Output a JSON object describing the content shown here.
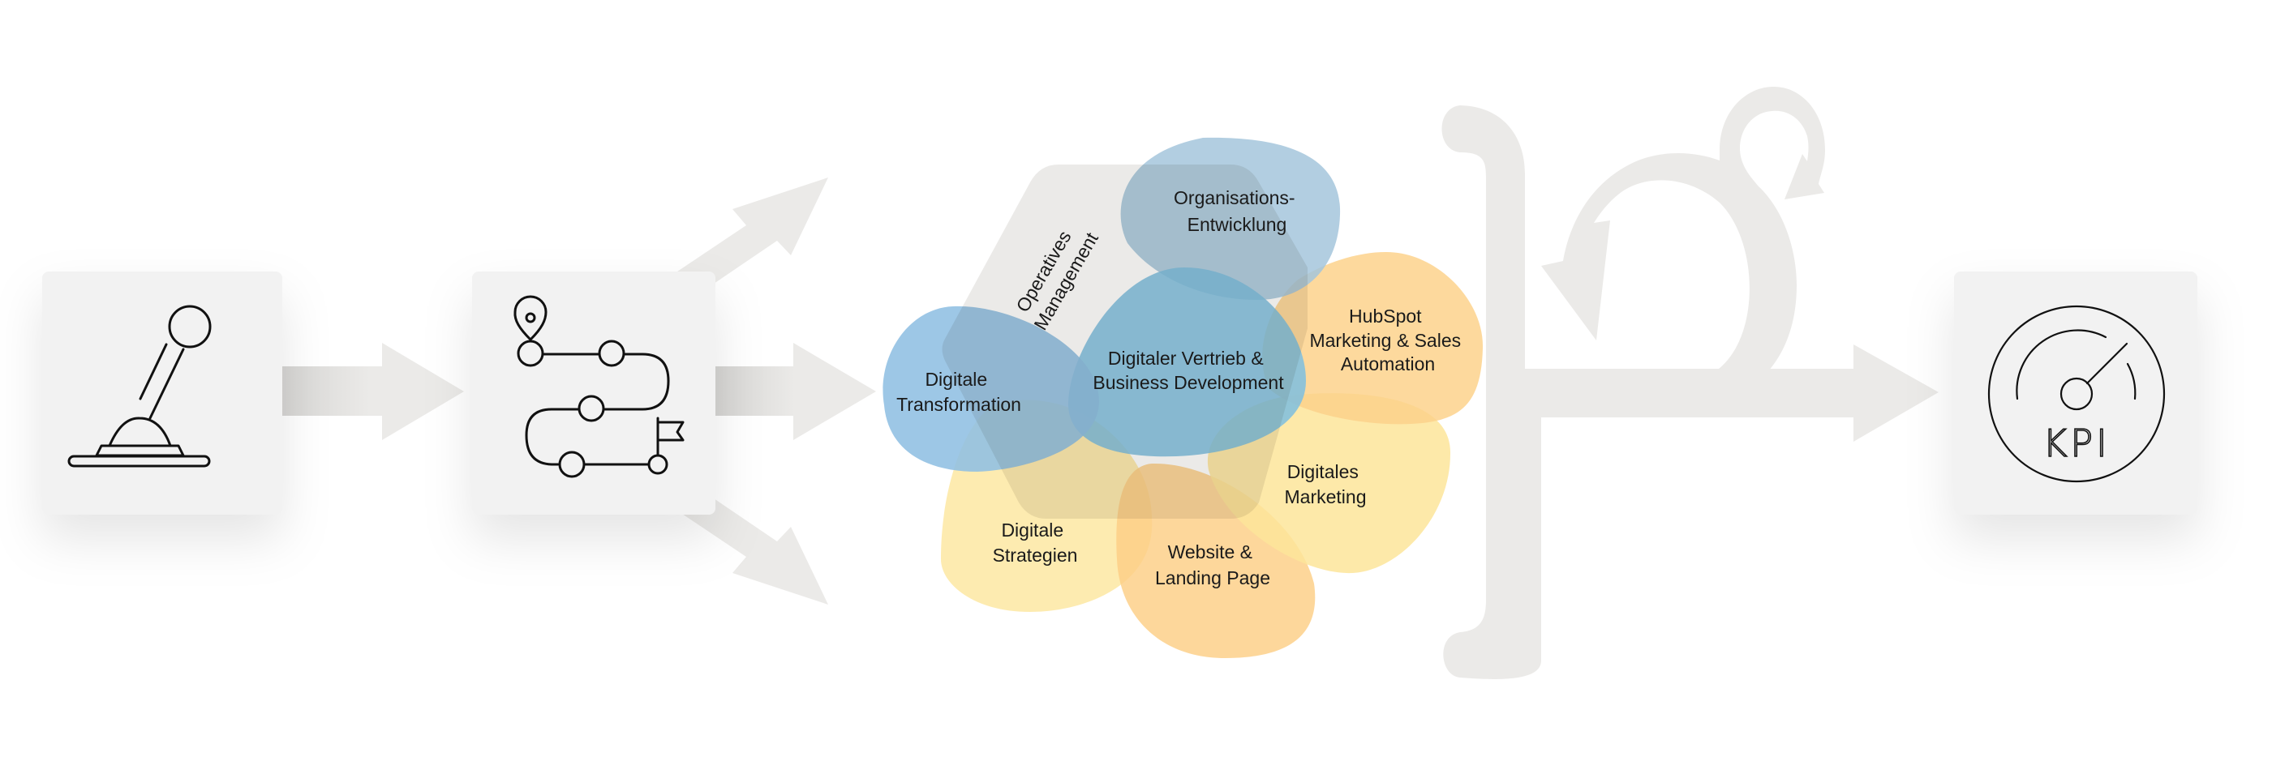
{
  "colors": {
    "background": "#ffffff",
    "arrow": "#ebeae8",
    "card": "#f2f2f2",
    "icon_stroke": "#111111",
    "blue_light": "#9bc6e4",
    "blue_mid": "#7fbfe0",
    "blue_grey": "#a4c6dc",
    "orange": "#fdd28c",
    "yellow": "#fde59a",
    "hub_grey": "#ebeae8"
  },
  "steps": [
    {
      "name": "control-lever",
      "icon": "joystick-icon"
    },
    {
      "name": "roadmap",
      "icon": "route-map-icon"
    },
    {
      "name": "kpi",
      "icon": "speedometer-icon",
      "icon_text": "KPI"
    }
  ],
  "hub": {
    "label_line1": "Operatives",
    "label_line2": "Management"
  },
  "blobs": [
    {
      "id": "organisations-entwicklung",
      "lines": [
        "Organisations-",
        "Entwicklung"
      ],
      "color": "blue-grey"
    },
    {
      "id": "digitale-transformation",
      "lines": [
        "Digitale",
        "Transformation"
      ],
      "color": "blue"
    },
    {
      "id": "digitaler-vertrieb",
      "lines": [
        "Digitaler Vertrieb &",
        "Business Development"
      ],
      "color": "blue"
    },
    {
      "id": "hubspot",
      "lines": [
        "HubSpot",
        "Marketing & Sales",
        "Automation"
      ],
      "color": "orange"
    },
    {
      "id": "digitales-marketing",
      "lines": [
        "Digitales",
        "Marketing"
      ],
      "color": "yellow"
    },
    {
      "id": "digitale-strategien",
      "lines": [
        "Digitale",
        "Strategien"
      ],
      "color": "yellow"
    },
    {
      "id": "website-landing-page",
      "lines": [
        "Website &",
        "Landing Page"
      ],
      "color": "orange"
    }
  ],
  "loop": {
    "icon": "iteration-loop-icon"
  }
}
